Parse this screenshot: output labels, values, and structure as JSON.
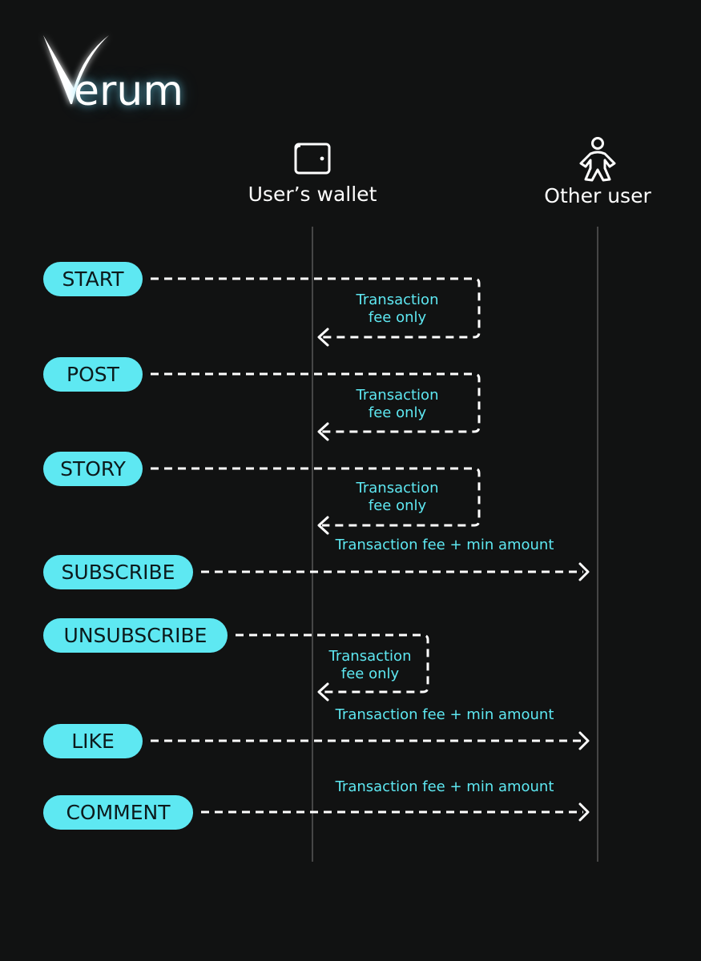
{
  "brand": {
    "logo_text": "erum",
    "logo_letter": "V",
    "glow_color": "#78e6ff"
  },
  "lanes": {
    "wallet": {
      "label": "User’s wallet",
      "icon": "wallet-icon"
    },
    "other": {
      "label": "Other user",
      "icon": "person-icon"
    }
  },
  "colors": {
    "background": "#111212",
    "pill": "#5ee8f2",
    "pill_text": "#0c1a1c",
    "fee_text": "#5ee8f2",
    "arrow": "#ffffff",
    "lifeline": "#6a6a6a"
  },
  "actions": [
    {
      "label": "START",
      "target": "wallet",
      "fee": [
        "Transaction",
        "fee only"
      ]
    },
    {
      "label": "POST",
      "target": "wallet",
      "fee": [
        "Transaction",
        "fee only"
      ]
    },
    {
      "label": "STORY",
      "target": "wallet",
      "fee": [
        "Transaction",
        "fee only"
      ]
    },
    {
      "label": "SUBSCRIBE",
      "target": "other",
      "fee": [
        "Transaction fee + min amount"
      ]
    },
    {
      "label": "UNSUBSCRIBE",
      "target": "wallet",
      "fee": [
        "Transaction",
        "fee only"
      ]
    },
    {
      "label": "LIKE",
      "target": "other",
      "fee": [
        "Transaction fee + min amount"
      ]
    },
    {
      "label": "COMMENT",
      "target": "other",
      "fee": [
        "Transaction fee + min amount"
      ]
    }
  ]
}
